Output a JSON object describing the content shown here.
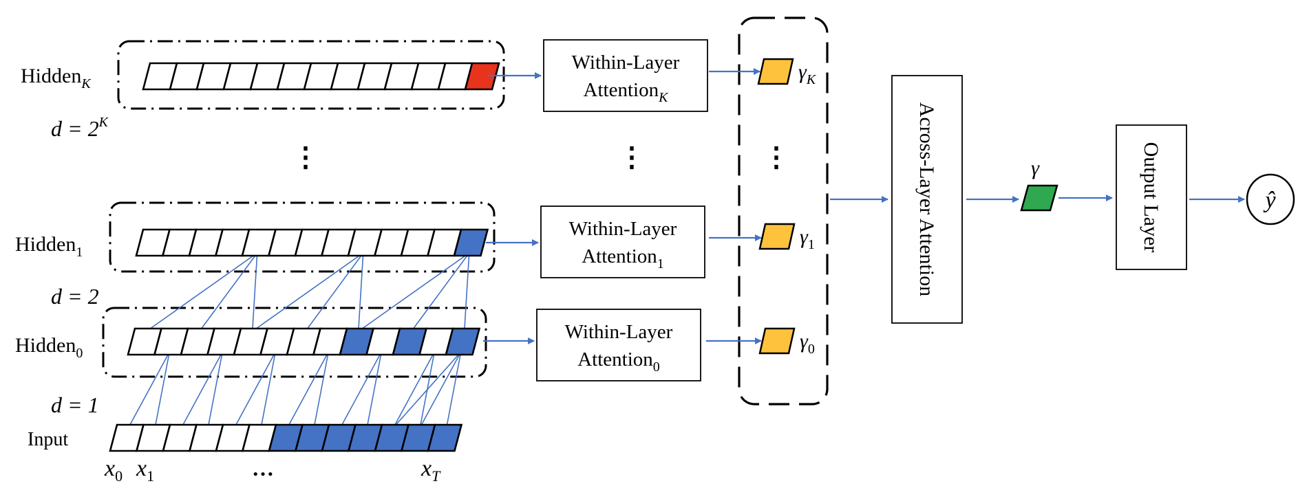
{
  "rows": {
    "hidden_k": {
      "label": "Hidden",
      "sub": "K",
      "cells": 13,
      "filled": [
        12
      ],
      "fill_color": "#e8341c"
    },
    "hidden_1": {
      "label": "Hidden",
      "sub": "1",
      "cells": 13,
      "filled": [
        12
      ],
      "fill_color": "#4472c4"
    },
    "hidden_0": {
      "label": "Hidden",
      "sub": "0",
      "cells": 13,
      "filled": [
        8,
        10,
        12
      ],
      "fill_color": "#4472c4"
    },
    "input": {
      "label": "Input",
      "cells": 13,
      "filled": [
        6,
        7,
        8,
        9,
        10,
        11,
        12
      ],
      "fill_color": "#4472c4"
    }
  },
  "dilations": {
    "k": {
      "text": "d = 2",
      "sup": "K"
    },
    "one": {
      "text": "d = 2"
    },
    "zero": {
      "text": "d = 1"
    }
  },
  "input_labels": {
    "x0": "x",
    "x0_sub": "0",
    "x1": "x",
    "x1_sub": "1",
    "ellipsis": "…",
    "xT": "x",
    "xT_sub": "T"
  },
  "within": {
    "title": "Within-Layer",
    "k": {
      "text": "Attention",
      "sub": "K"
    },
    "one": {
      "text": "Attention",
      "sub": "1"
    },
    "zero": {
      "text": "Attention",
      "sub": "0"
    }
  },
  "gammas": {
    "symbol": "γ",
    "k_sub": "K",
    "one_sub": "1",
    "zero_sub": "0",
    "weight_color": "#ffc23d",
    "final_color": "#2fa84f"
  },
  "ellipsis_vertical": "⋮",
  "across": {
    "label": "Across-Layer Attention"
  },
  "output": {
    "label": "Output Layer"
  },
  "result": {
    "symbol": "ŷ"
  },
  "colors": {
    "arrow": "#4472c4",
    "connection": "#4472c4",
    "border": "#000000"
  }
}
